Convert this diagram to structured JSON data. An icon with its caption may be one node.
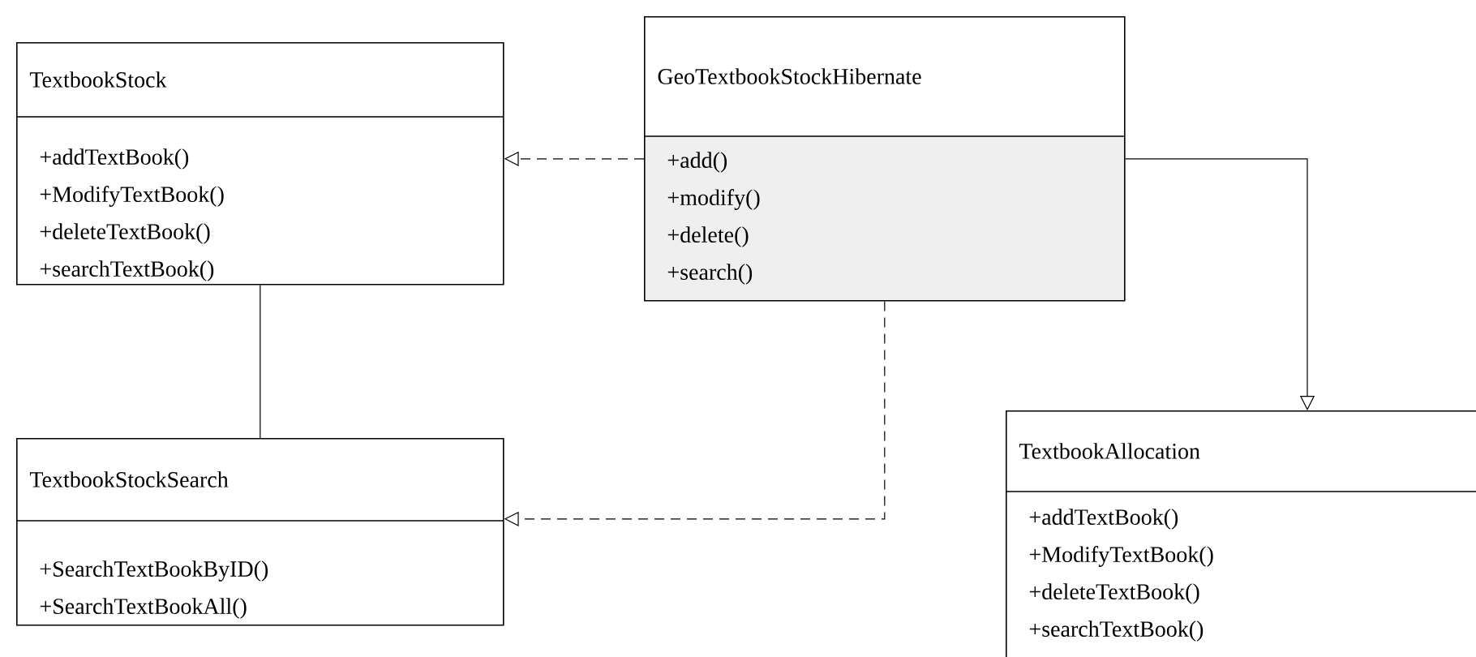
{
  "diagram": {
    "nodes": [
      {
        "text": [
          "TextbookStock",
          "+addTextBook()",
          "+ModifyTextBook()",
          "+deleteTextBook()",
          "+searchTextBook()"
        ]
      },
      {
        "text": [
          "GeoTextbookStockHibernate",
          "+add()",
          "+modify()",
          "+delete()",
          "+search()"
        ]
      },
      {
        "text": [
          "TextbookStockSearch",
          "+SearchTextBookByID()",
          "+SearchTextBookAll()"
        ]
      },
      {
        "text": [
          "TextbookAllocation",
          "+addTextBook()",
          "+ModifyTextBook()",
          "+deleteTextBook()",
          "+searchTextBook()"
        ]
      }
    ],
    "edges": [
      {
        "from": 1,
        "to": 0,
        "arrow": "to",
        "style": "dashed"
      },
      {
        "from": 0,
        "to": 2,
        "arrow": "none"
      },
      {
        "from": 1,
        "to": 2,
        "arrow": "to",
        "style": "dashed"
      },
      {
        "from": 1,
        "to": 3,
        "arrow": "to"
      }
    ]
  }
}
